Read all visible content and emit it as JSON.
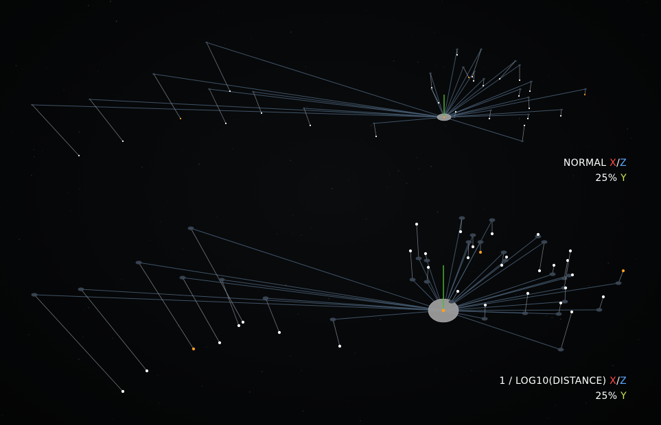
{
  "colors": {
    "background": "#050607",
    "line": "#4a6178",
    "drop_line": "#9aa5b0",
    "node": "#3b4754",
    "tip": "#ffffff",
    "highlight": "#ffa020",
    "axis_up": "#4fbf2f",
    "center_disc": "#9c9c9c",
    "x_axis_label": "#ff4b4b",
    "z_axis_label": "#5aa9ff",
    "y_axis_label": "#c9e650"
  },
  "panels": [
    {
      "id": "normal",
      "label": {
        "mode_text": "NORMAL",
        "x_letter": "X",
        "slash": "/",
        "z_letter": "Z",
        "y_scale_text": "25%",
        "y_letter": "Y"
      }
    },
    {
      "id": "log",
      "label": {
        "mode_text": "1 / LOG10(DISTANCE)",
        "x_letter": "X",
        "slash": "/",
        "z_letter": "Z",
        "y_scale_text": "25%",
        "y_letter": "Y"
      }
    }
  ]
}
